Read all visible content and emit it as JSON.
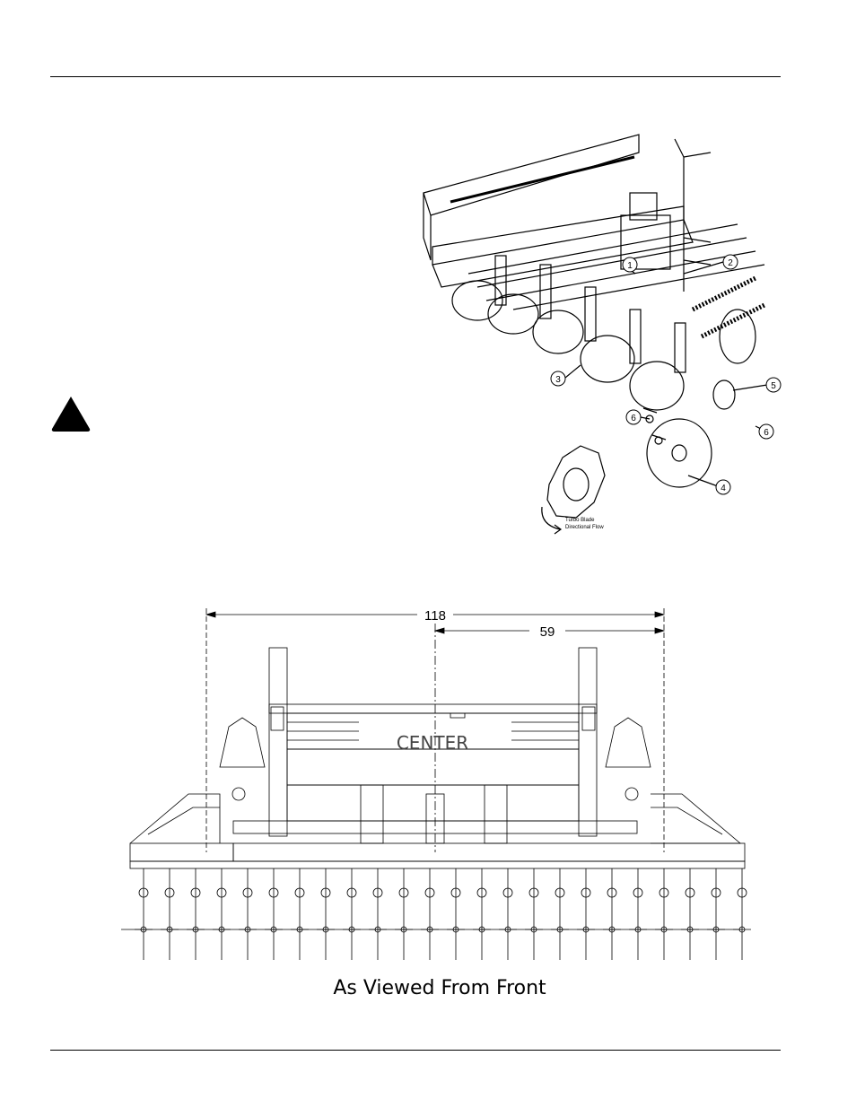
{
  "iso_diagram": {
    "callouts": [
      {
        "label": "1"
      },
      {
        "label": "2"
      },
      {
        "label": "3"
      },
      {
        "label": "4"
      },
      {
        "label": "5"
      },
      {
        "label": "6"
      },
      {
        "label": "6"
      }
    ],
    "flow_note": [
      "Turbo Blade",
      "Directional Flow"
    ]
  },
  "front_diagram": {
    "overall_width": "118",
    "half_width": "59",
    "center_label": "CENTER",
    "caption": "As Viewed From Front"
  }
}
